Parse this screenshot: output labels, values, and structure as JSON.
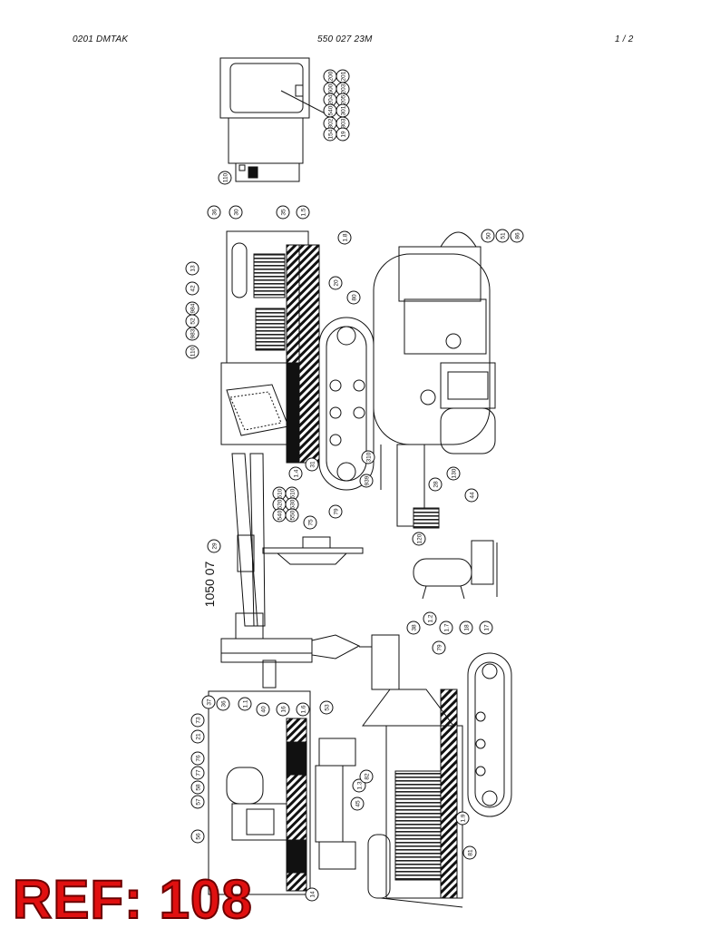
{
  "header": {
    "left": "0201 DMTAK",
    "center": "550 027 23M",
    "right": "1 /   2"
  },
  "callouts_top": [
    "200",
    "201",
    "600",
    "203",
    "204",
    "205",
    "540",
    "301",
    "302",
    "303",
    "154",
    "19",
    "110"
  ],
  "callouts_left": [
    "36",
    "30",
    "35",
    "1.5",
    "1.8",
    "13",
    "42",
    "984",
    "52",
    "983",
    "110",
    "20",
    "80",
    "1.4",
    "31",
    "79",
    "310",
    "939",
    "28",
    "130",
    "44",
    "50",
    "51",
    "86"
  ],
  "callouts_mid": [
    "510",
    "510",
    "520",
    "530",
    "540",
    "550",
    "75",
    "29",
    "120"
  ],
  "side_label": "1050 07",
  "callouts_bottom": [
    "38",
    "1.2",
    "1.7",
    "18",
    "17",
    "79",
    "37",
    "73",
    "21",
    "76",
    "77",
    "58",
    "57",
    "56",
    "36",
    "1.1",
    "40",
    "16",
    "1.6",
    "53",
    "1.3",
    "45",
    "82",
    "14",
    "1.9",
    "81"
  ],
  "ref_label": "REF: 108",
  "colors": {
    "ref_fill": "#e01010",
    "ref_stroke": "#6b0000",
    "ink": "#111111"
  }
}
